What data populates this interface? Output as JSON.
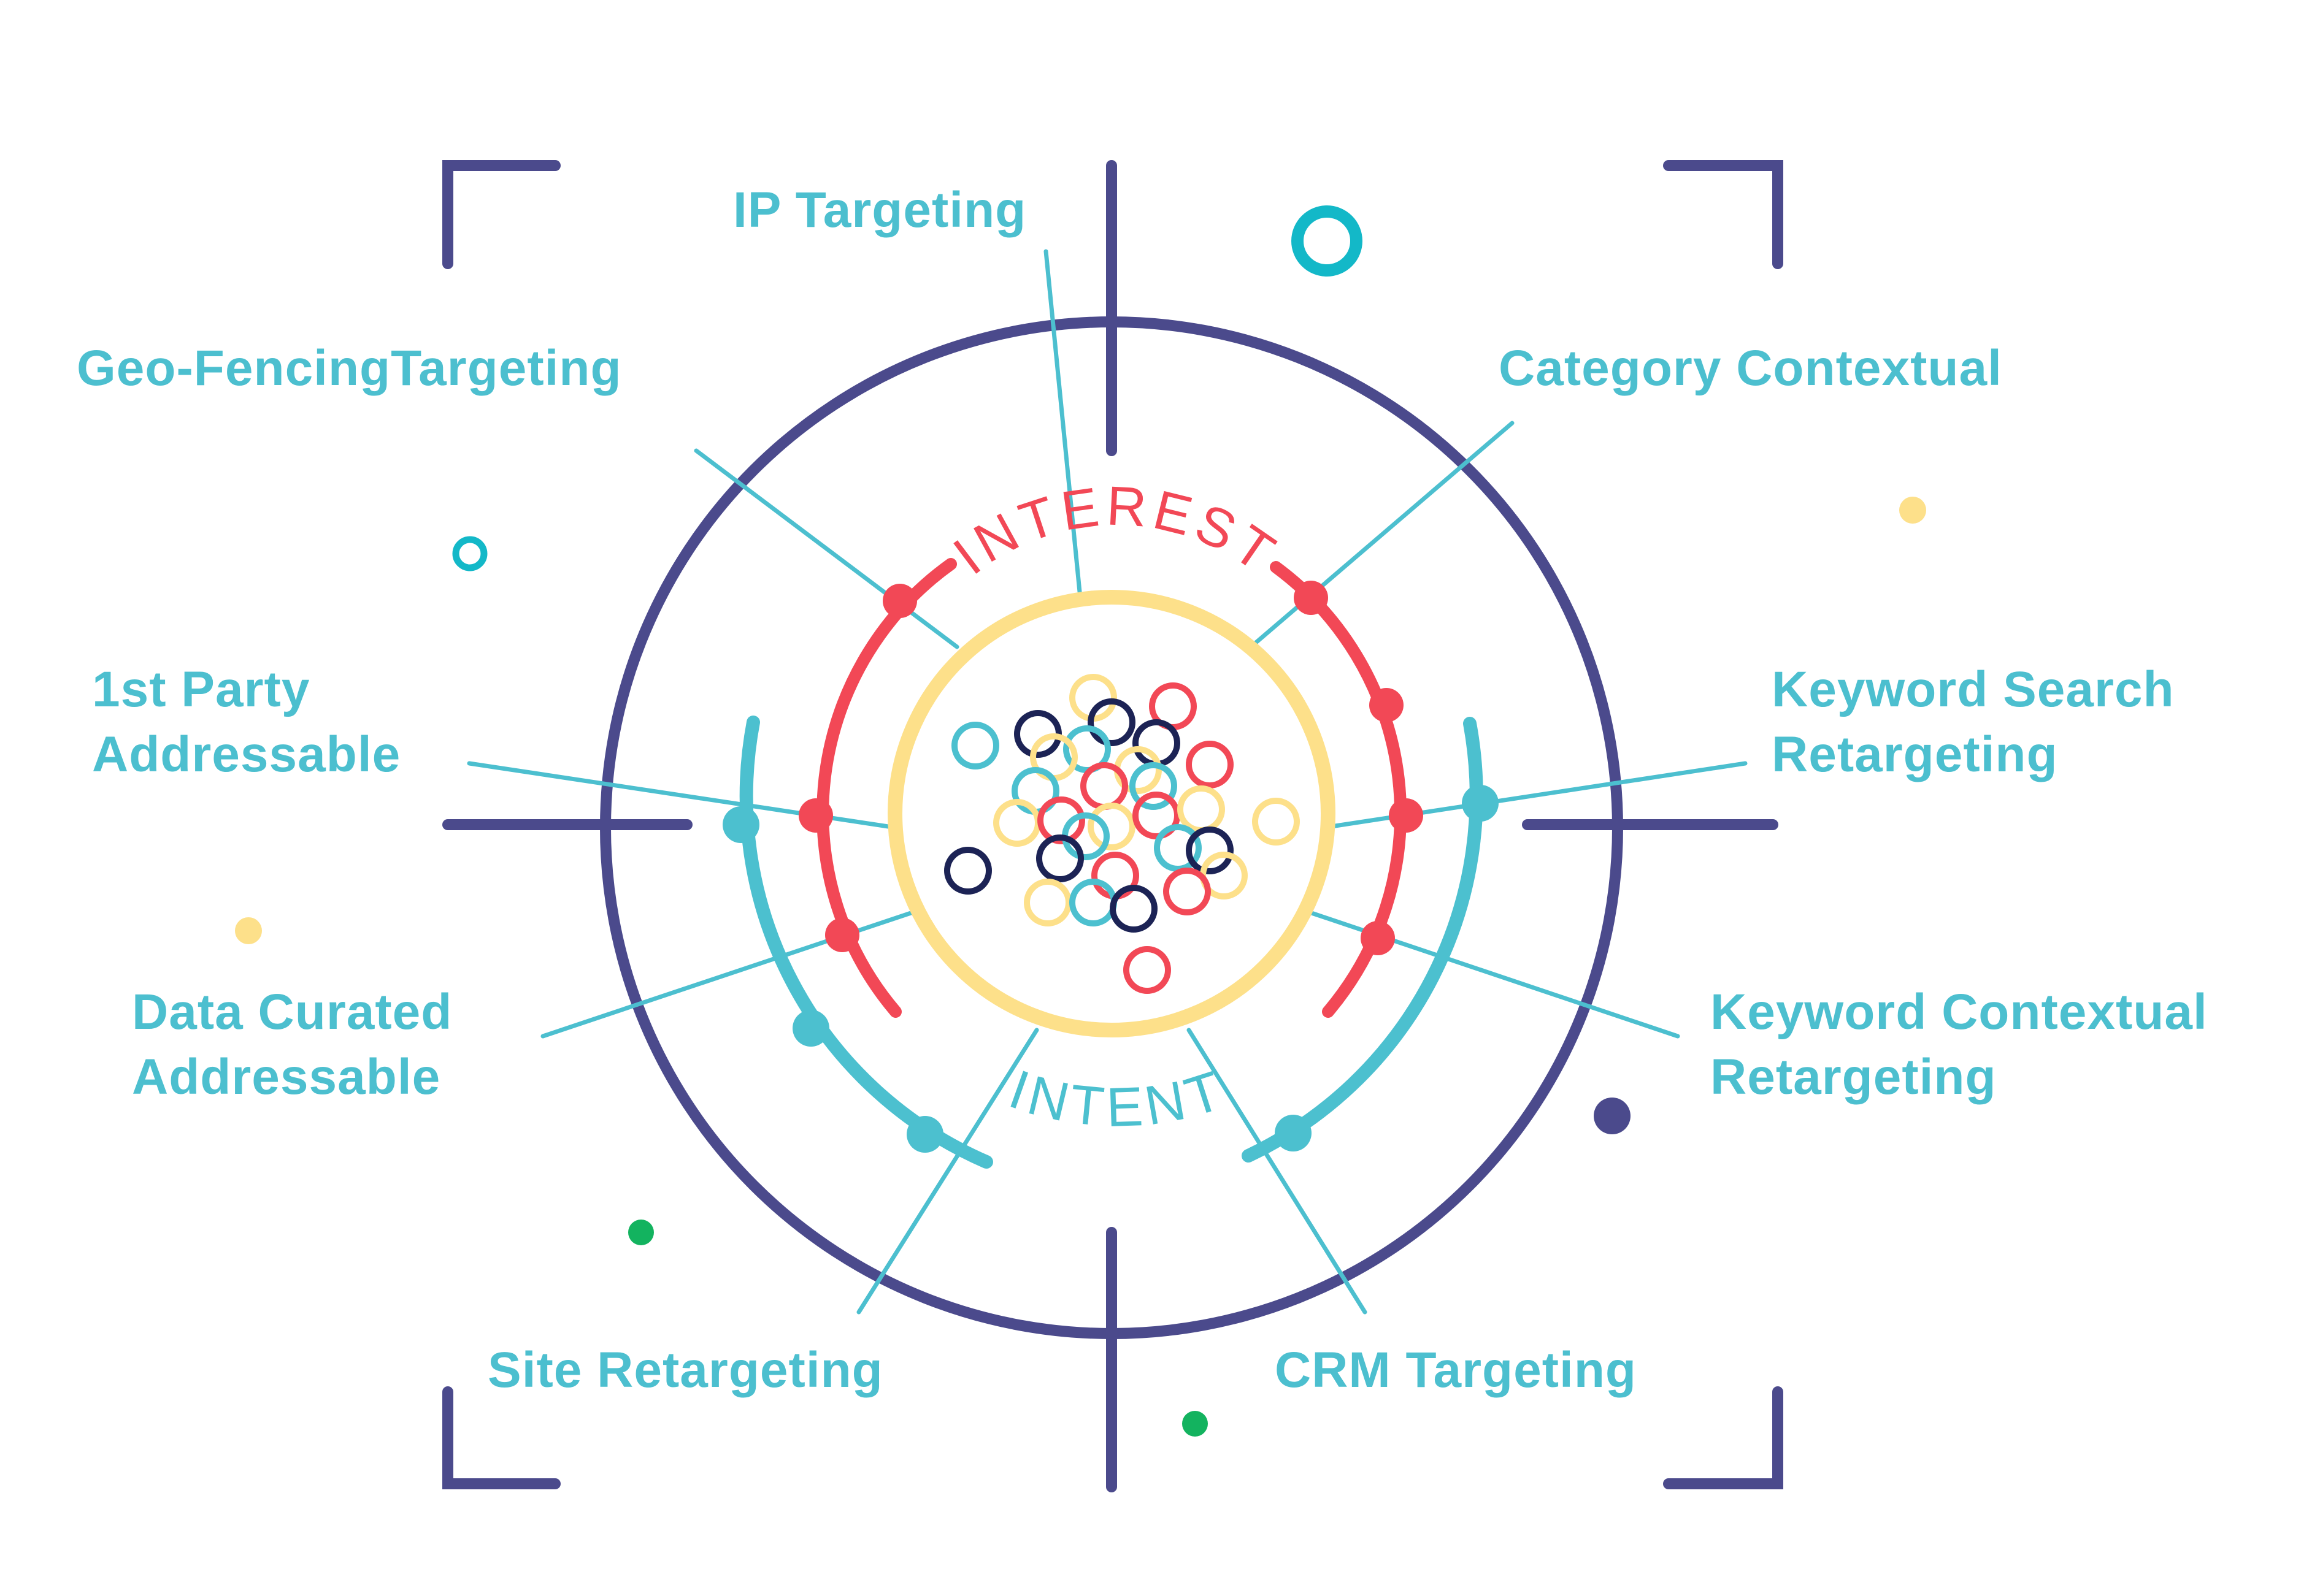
{
  "colors": {
    "navy": "#4b4a8c",
    "teal": "#4cc0cf",
    "red": "#f24856",
    "yellow": "#fde08a",
    "dark": "#1c2355",
    "green": "#13b35f",
    "label": "#4cbfcf"
  },
  "labels": {
    "ip_targeting": "IP Targeting",
    "geo_fencing": "Geo-FencingTargeting",
    "category_contextual": "Category Contextual",
    "first_party_line1": "1st Party",
    "first_party_line2": "Addressable",
    "keyword_search_line1": "Keyword Search",
    "keyword_search_line2": "Retargeting",
    "data_curated_line1": "Data Curated",
    "data_curated_line2": "Addressable",
    "keyword_contextual_line1": "Keyword Contextual",
    "keyword_contextual_line2": "Retargeting",
    "site_retargeting": "Site Retargeting",
    "crm_targeting": "CRM Targeting"
  },
  "rings": {
    "interest": "INTEREST",
    "intent": "INTENT"
  }
}
